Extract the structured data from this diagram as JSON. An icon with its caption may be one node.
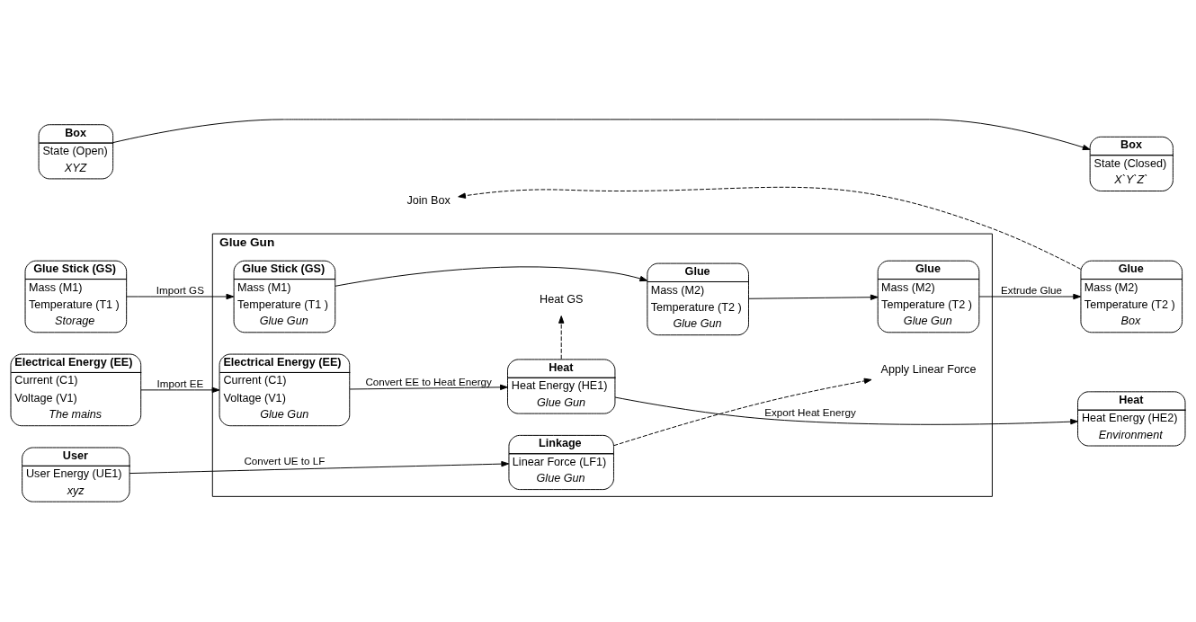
{
  "diagram": {
    "nodes": [
      {
        "text": [
          "Box",
          "State (Open)",
          "XYZ"
        ]
      },
      {
        "text": [
          "Box",
          "State (Closed)",
          "X`Y`Z`"
        ]
      },
      {
        "text": [
          "Glue Gun"
        ]
      },
      {
        "text": [
          "Glue Stick (GS)",
          "Mass (M1)",
          "Temperature (T1 )",
          "Storage"
        ]
      },
      {
        "text": [
          "Glue Stick (GS)",
          "Mass (M1)",
          "Temperature (T1 )",
          "Glue Gun"
        ],
        "in": 2
      },
      {
        "text": [
          "Glue",
          "Mass (M2)",
          "Temperature (T2 )",
          "Glue Gun"
        ],
        "in": 2
      },
      {
        "text": [
          "Glue",
          "Mass (M2)",
          "Temperature (T2 )",
          "Glue Gun"
        ],
        "in": 2
      },
      {
        "text": [
          "Glue",
          "Mass (M2)",
          "Temperature (T2 )",
          "Box"
        ]
      },
      {
        "text": [
          "Electrical Energy (EE)",
          "Current (C1)",
          "Voltage (V1)",
          "The mains"
        ]
      },
      {
        "text": [
          "Electrical Energy (EE)",
          "Current (C1)",
          "Voltage (V1)",
          "Glue Gun"
        ],
        "in": 2
      },
      {
        "text": [
          "Heat",
          "Heat Energy (HE1)",
          "Glue Gun"
        ],
        "in": 2
      },
      {
        "text": [
          "Heat",
          "Heat Energy (HE2)",
          "Environment"
        ]
      },
      {
        "text": [
          "User",
          "User Energy (UE1)",
          "xyz"
        ]
      },
      {
        "text": [
          "Linkage",
          "Linear Force (LF1)",
          "Glue Gun"
        ],
        "in": 2
      },
      {
        "text": [
          "Join Box"
        ]
      },
      {
        "text": [
          "Heat GS"
        ],
        "in": 2
      },
      {
        "text": [
          "Apply Linear Force"
        ],
        "in": 2
      }
    ],
    "edges": [
      {
        "from": 0,
        "to": 1,
        "arrow": "to"
      },
      {
        "from": 3,
        "to": 4,
        "arrow": "to",
        "label": "Import GS"
      },
      {
        "from": 4,
        "to": 5,
        "arrow": "to"
      },
      {
        "from": 5,
        "to": 6,
        "arrow": "to"
      },
      {
        "from": 6,
        "to": 7,
        "arrow": "to",
        "label": "Extrude Glue"
      },
      {
        "from": 8,
        "to": 9,
        "arrow": "to",
        "label": "Import EE"
      },
      {
        "from": 9,
        "to": 10,
        "arrow": "to",
        "label": "Convert EE to Heat Energy"
      },
      {
        "from": 10,
        "to": 11,
        "arrow": "to",
        "label": "Export Heat Energy"
      },
      {
        "from": 12,
        "to": 13,
        "arrow": "to",
        "label": "Convert UE to LF"
      },
      {
        "from": 7,
        "to": 14,
        "arrow": "to",
        "style": "dashed"
      },
      {
        "from": 10,
        "to": 15,
        "arrow": "to",
        "style": "dashed"
      },
      {
        "from": 13,
        "to": 16,
        "arrow": "to",
        "style": "dashed"
      }
    ]
  }
}
